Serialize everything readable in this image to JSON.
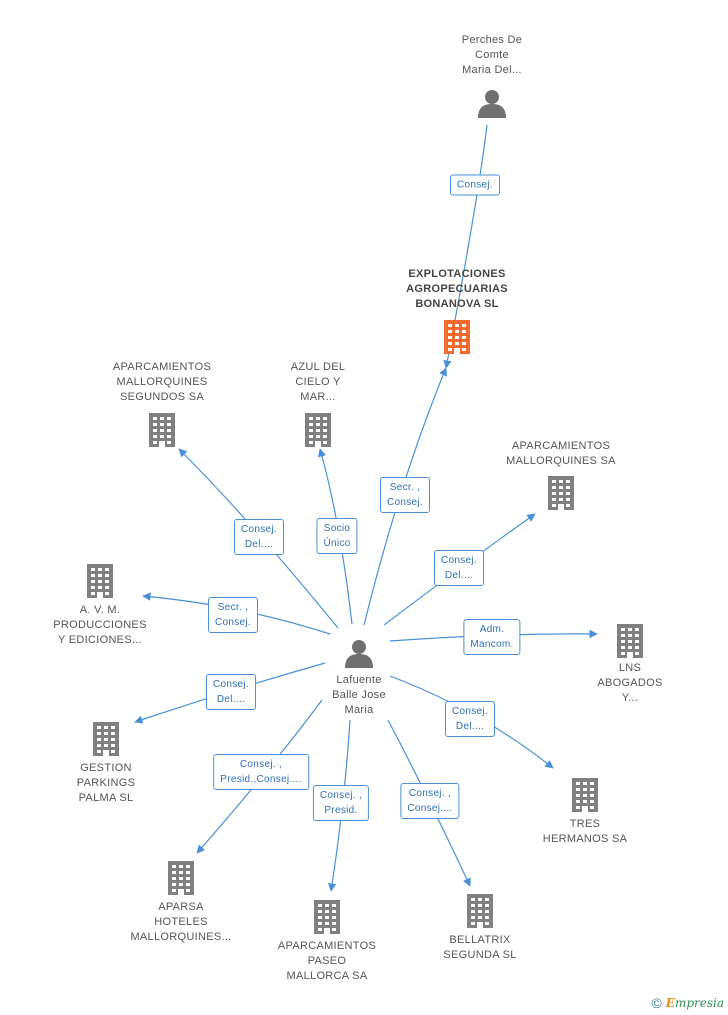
{
  "colors": {
    "edge": "#4a90d9",
    "building": "#808080",
    "focus_building": "#f26a2e",
    "person": "#707070"
  },
  "nodes": [
    {
      "id": "perches",
      "kind": "person",
      "lines": [
        "Perches De",
        "Comte",
        "Maria Del..."
      ]
    },
    {
      "id": "explotaciones",
      "kind": "company-focus",
      "lines": [
        "EXPLOTACIONES",
        "AGROPECUARIAS",
        "BONANOVA SL"
      ]
    },
    {
      "id": "apar-segundos",
      "kind": "company",
      "lines": [
        "APARCAMIENTOS",
        "MALLORQUINES",
        "SEGUNDOS SA"
      ]
    },
    {
      "id": "azul",
      "kind": "company",
      "lines": [
        "AZUL DEL",
        "CIELO Y",
        "MAR..."
      ]
    },
    {
      "id": "apar-mallorquines",
      "kind": "company",
      "lines": [
        "APARCAMIENTOS",
        "MALLORQUINES SA"
      ]
    },
    {
      "id": "avm",
      "kind": "company",
      "lines": [
        "A. V. M.",
        "PRODUCCIONES",
        "Y EDICIONES..."
      ]
    },
    {
      "id": "lafuente",
      "kind": "person",
      "lines": [
        "Lafuente",
        "Balle Jose",
        "Maria"
      ]
    },
    {
      "id": "lns",
      "kind": "company",
      "lines": [
        "LNS",
        "ABOGADOS",
        "Y..."
      ]
    },
    {
      "id": "gestion",
      "kind": "company",
      "lines": [
        "GESTION",
        "PARKINGS",
        "PALMA SL"
      ]
    },
    {
      "id": "tres",
      "kind": "company",
      "lines": [
        "TRES",
        "HERMANOS SA"
      ]
    },
    {
      "id": "aparsa",
      "kind": "company",
      "lines": [
        "APARSA",
        "HOTELES",
        "MALLORQUINES..."
      ]
    },
    {
      "id": "apar-paseo",
      "kind": "company",
      "lines": [
        "APARCAMIENTOS",
        "PASEO",
        "MALLORCA SA"
      ]
    },
    {
      "id": "bellatrix",
      "kind": "company",
      "lines": [
        "BELLATRIX",
        "SEGUNDA SL"
      ]
    }
  ],
  "edges": [
    {
      "from": "perches",
      "to": "explotaciones",
      "label": [
        "Consej."
      ]
    },
    {
      "from": "lafuente",
      "to": "explotaciones",
      "label": [
        "Secr. ,",
        "Consej."
      ]
    },
    {
      "from": "lafuente",
      "to": "apar-segundos",
      "label": [
        "Consej.",
        "Del...."
      ]
    },
    {
      "from": "lafuente",
      "to": "azul",
      "label": [
        "Socio",
        "Único"
      ]
    },
    {
      "from": "lafuente",
      "to": "apar-mallorquines",
      "label": [
        "Consej.",
        "Del...."
      ]
    },
    {
      "from": "lafuente",
      "to": "avm",
      "label": [
        "Secr. ,",
        "Consej."
      ]
    },
    {
      "from": "lafuente",
      "to": "lns",
      "label": [
        "Adm.",
        "Mancom."
      ]
    },
    {
      "from": "lafuente",
      "to": "gestion",
      "label": [
        "Consej.",
        "Del...."
      ]
    },
    {
      "from": "lafuente",
      "to": "tres",
      "label": [
        "Consej.",
        "Del...."
      ]
    },
    {
      "from": "lafuente",
      "to": "aparsa",
      "label": [
        "Consej. ,",
        "Presid.,Consej...."
      ]
    },
    {
      "from": "lafuente",
      "to": "apar-paseo",
      "label": [
        "Consej. ,",
        "Presid."
      ]
    },
    {
      "from": "lafuente",
      "to": "bellatrix",
      "label": [
        "Consej. ,",
        "Consej...."
      ]
    }
  ],
  "footer": {
    "copyright": "©",
    "brand_first": "E",
    "brand_rest": "mpresia"
  }
}
